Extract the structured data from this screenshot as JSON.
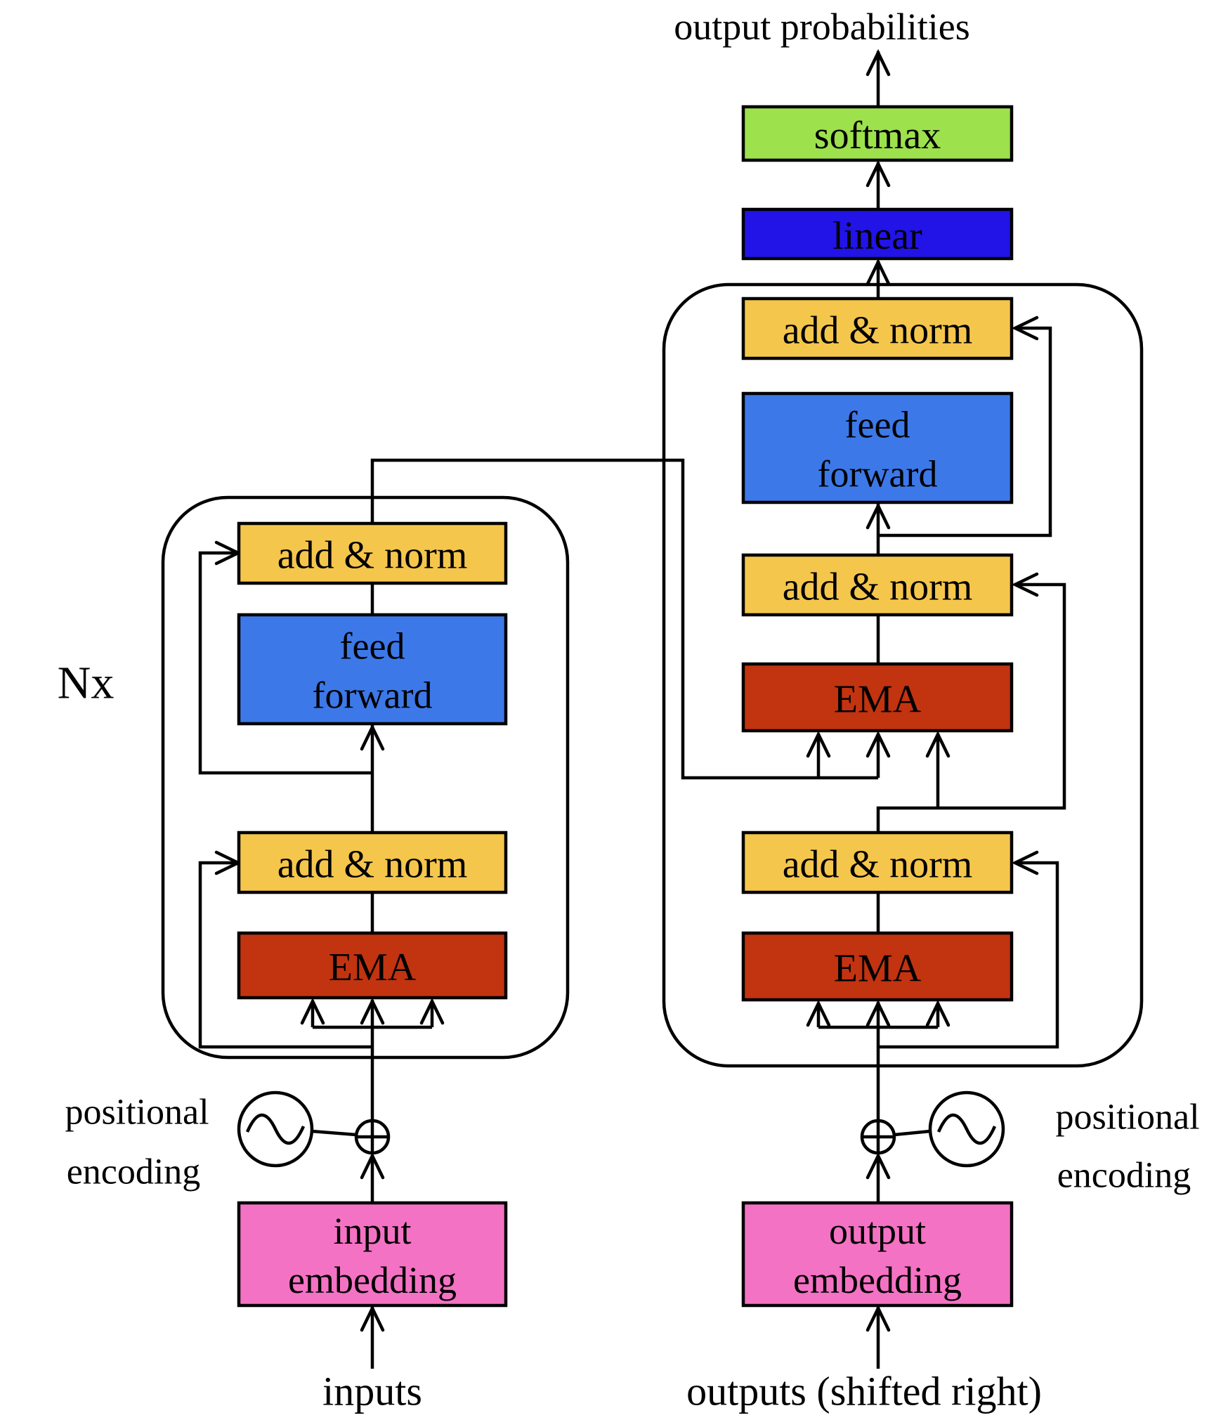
{
  "title": "output probabilities",
  "encoder": {
    "repeat_label": "Nx"
  },
  "blocks": {
    "softmax": "softmax",
    "linear": "linear",
    "add_norm": "add & norm",
    "feed_forward": [
      "feed",
      "forward"
    ],
    "ema": "EMA",
    "input_embedding": [
      "input",
      "embedding"
    ],
    "output_embedding": [
      "output",
      "embedding"
    ]
  },
  "annotations": {
    "positional_encoding": [
      "positional",
      "encoding"
    ],
    "inputs_label": "inputs",
    "outputs_label": "outputs (shifted right)"
  },
  "colors": {
    "softmax": "#9de14d",
    "linear": "#2213e6",
    "feed_forward": "#3d78e8",
    "add_norm": "#f5c64c",
    "ema": "#c23310",
    "embedding": "#f472c4",
    "line": "#000000",
    "background": "#ffffff"
  }
}
